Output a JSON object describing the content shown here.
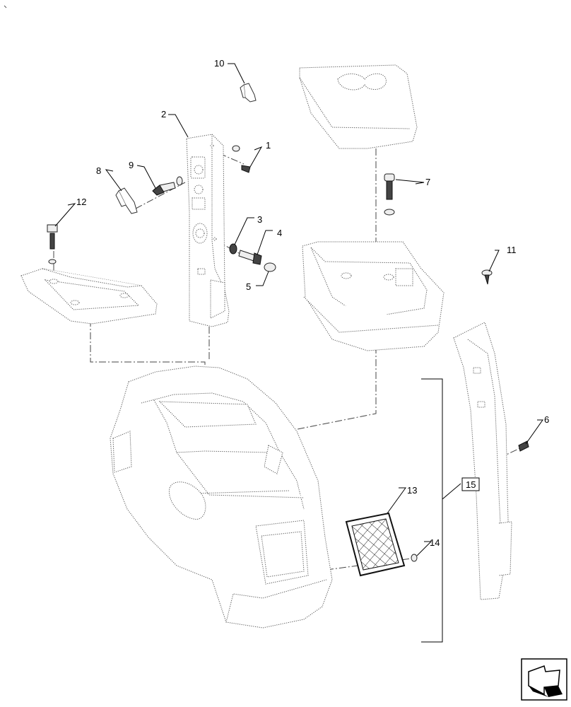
{
  "callouts": {
    "c1": "1",
    "c2": "2",
    "c3": "3",
    "c4": "4",
    "c5": "5",
    "c6": "6",
    "c7": "7",
    "c8": "8",
    "c9": "9",
    "c10": "10",
    "c11": "11",
    "c12": "12",
    "c13": "13",
    "c14": "14",
    "c15": "15"
  },
  "icons": {
    "corner_mark": "tick-mark-icon",
    "nav": "next-page-arrow-icon"
  }
}
